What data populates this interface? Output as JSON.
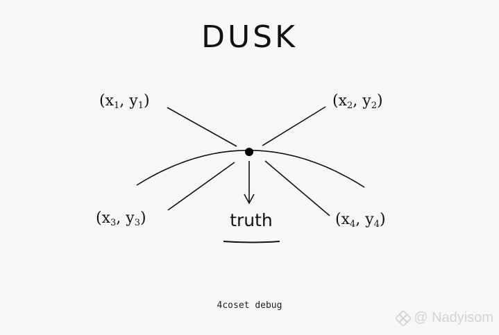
{
  "title": "DUSK",
  "points": [
    {
      "label": "x",
      "sub": "1",
      "label2": "y",
      "sub2": "1"
    },
    {
      "label": "x",
      "sub": "2",
      "label2": "y",
      "sub2": "2"
    },
    {
      "label": "x",
      "sub": "3",
      "label2": "y",
      "sub2": "3"
    },
    {
      "label": "x",
      "sub": "4",
      "label2": "y",
      "sub2": "4"
    }
  ],
  "center_label": "truth",
  "caption": "4coset debug",
  "watermark": {
    "text": "@ Nadyisom",
    "icon": "binance-square-icon"
  }
}
